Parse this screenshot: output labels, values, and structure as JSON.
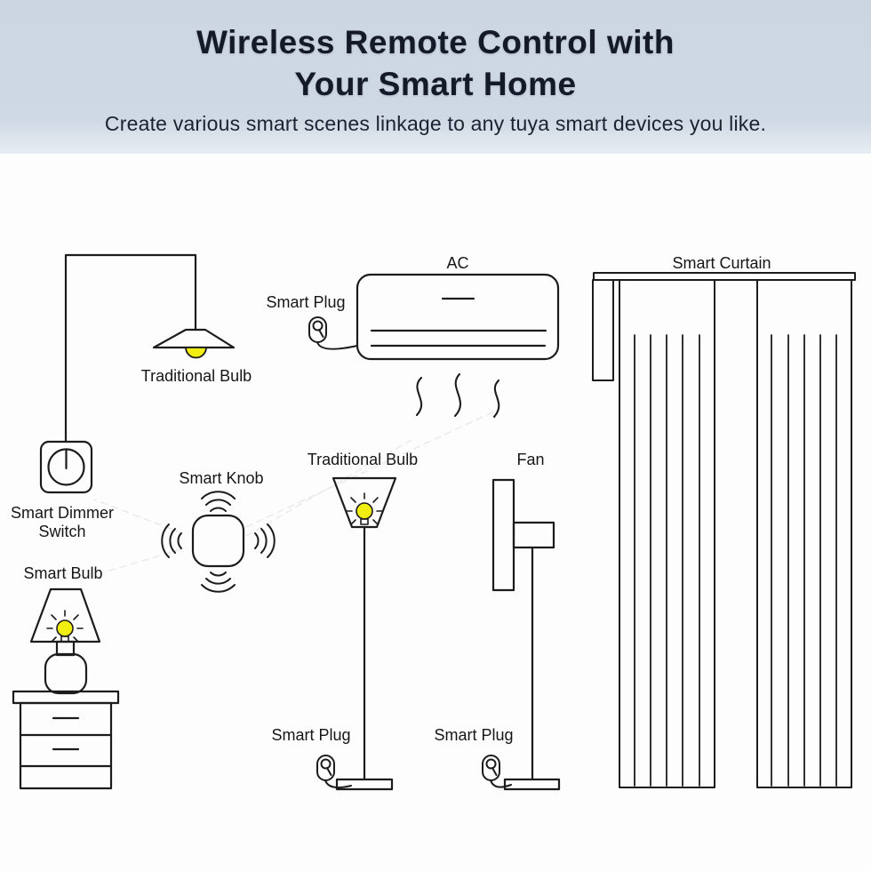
{
  "header": {
    "title_line1": "Wireless Remote Control with",
    "title_line2": "Your Smart Home",
    "subtitle": "Create various smart scenes linkage to any tuya smart devices you like."
  },
  "labels": {
    "pendant_bulb": "Traditional Bulb",
    "smart_plug_ac": "Smart Plug",
    "ac": "AC",
    "smart_curtain": "Smart Curtain",
    "smart_knob": "Smart Knob",
    "smart_dimmer_line1": "Smart Dimmer",
    "smart_dimmer_line2": "Switch",
    "smart_bulb": "Smart Bulb",
    "floor_bulb": "Traditional Bulb",
    "fan": "Fan",
    "smart_plug_floor": "Smart Plug",
    "smart_plug_fan": "Smart Plug"
  },
  "colors": {
    "header_bg": "#ccd6e0",
    "title_text": "#141a27",
    "line_art": "#1c1c1c",
    "bulb_yellow": "#f2ee12",
    "faint_link": "#dcdce2",
    "canvas_bg": "#fdfdfe"
  }
}
